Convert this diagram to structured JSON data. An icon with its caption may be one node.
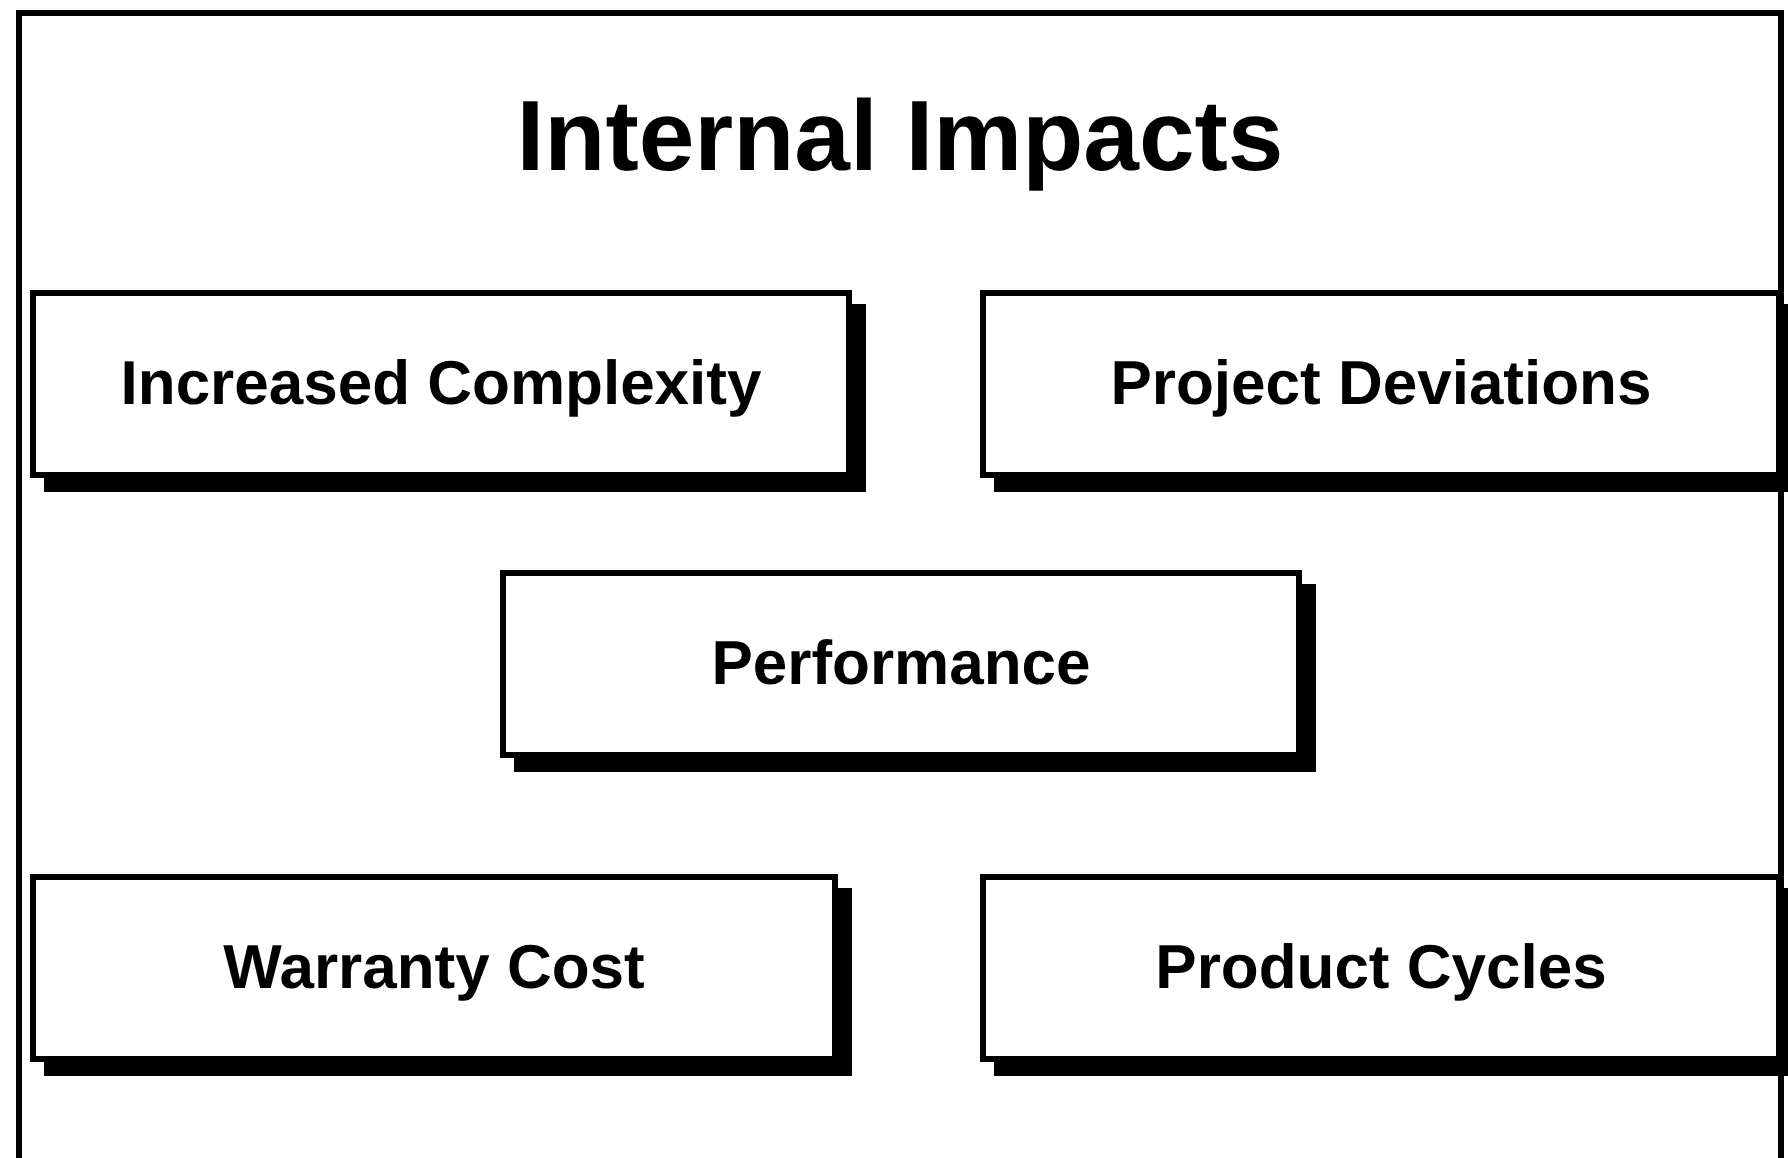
{
  "diagram": {
    "nodes": [
      {
        "text": [
          "Internal Impacts"
        ]
      },
      {
        "text": [
          "Increased Complexity"
        ],
        "in": 0
      },
      {
        "text": [
          "Project Deviations"
        ],
        "in": 0
      },
      {
        "text": [
          "Performance"
        ],
        "in": 0
      },
      {
        "text": [
          "Warranty Cost"
        ],
        "in": 0
      },
      {
        "text": [
          "Product Cycles"
        ],
        "in": 0
      }
    ]
  }
}
